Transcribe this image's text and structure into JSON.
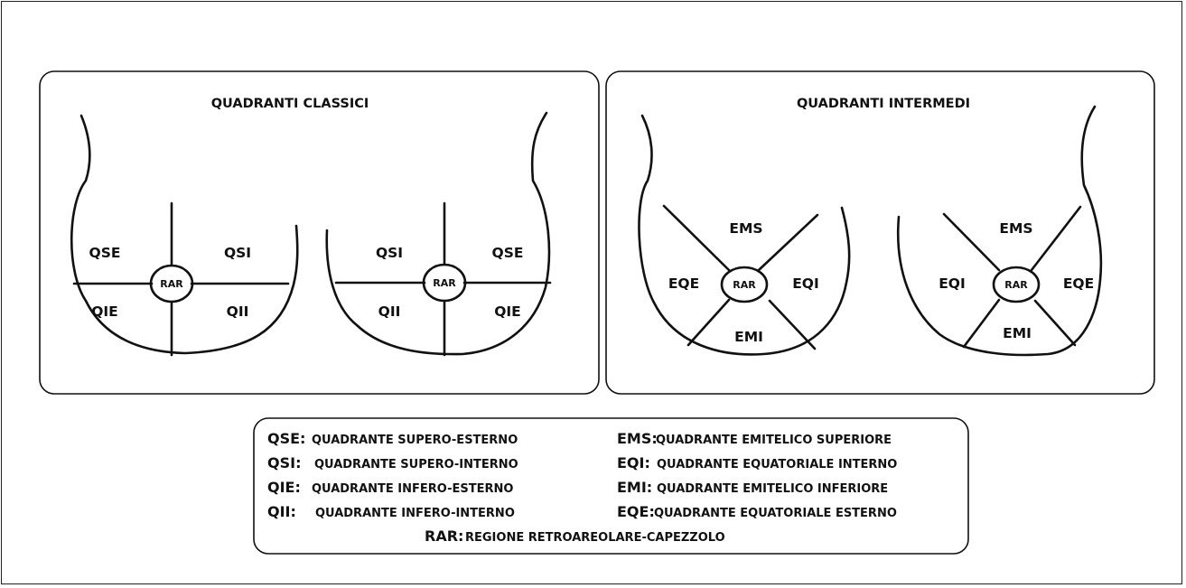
{
  "panels": [
    {
      "title": "QUADRANTI CLASSICI",
      "left_breast": {
        "upper_outer": "QSE",
        "upper_inner": "QSI",
        "lower_outer": "QIE",
        "lower_inner": "QII",
        "center": "RAR"
      },
      "right_breast": {
        "upper_inner": "QSI",
        "upper_outer": "QSE",
        "lower_inner": "QII",
        "lower_outer": "QIE",
        "center": "RAR"
      }
    },
    {
      "title": "QUADRANTI INTERMEDI",
      "left_breast": {
        "top": "EMS",
        "left": "EQE",
        "right": "EQI",
        "bottom": "EMI",
        "center": "RAR"
      },
      "right_breast": {
        "top": "EMS",
        "left": "EQI",
        "right": "EQE",
        "bottom": "EMI",
        "center": "RAR"
      }
    }
  ],
  "legend": {
    "left": [
      {
        "key": "QSE:",
        "text": "QUADRANTE SUPERO-ESTERNO"
      },
      {
        "key": "QSI:",
        "text": "QUADRANTE SUPERO-INTERNO"
      },
      {
        "key": "QIE:",
        "text": "QUADRANTE INFERO-ESTERNO"
      },
      {
        "key": "QII:",
        "text": "QUADRANTE INFERO-INTERNO"
      }
    ],
    "right": [
      {
        "key": "EMS:",
        "text": "QUADRANTE EMITELICO SUPERIORE"
      },
      {
        "key": "EQI:",
        "text": "QUADRANTE EQUATORIALE INTERNO"
      },
      {
        "key": "EMI:",
        "text": "QUADRANTE EMITELICO INFERIORE"
      },
      {
        "key": "EQE:",
        "text": "QUADRANTE EQUATORIALE ESTERNO"
      }
    ],
    "bottom": {
      "key": "RAR:",
      "text": "REGIONE RETROAREOLARE-CAPEZZOLO"
    }
  }
}
